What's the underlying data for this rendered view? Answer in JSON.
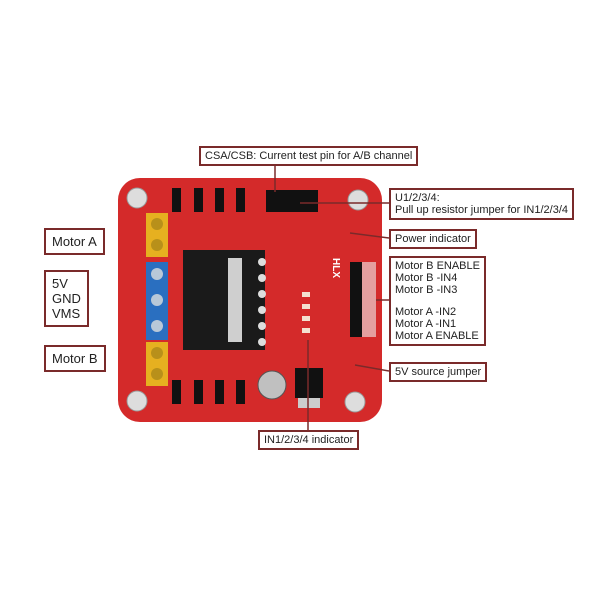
{
  "labels": {
    "csa_csb": "CSA/CSB: Current test pin for A/B channel",
    "u1234_title": "U1/2/3/4:",
    "u1234_desc": "Pull up resistor jumper for IN1/2/3/4",
    "power_indicator": "Power indicator",
    "motor_pins": [
      "Motor B ENABLE",
      "Motor B -IN4",
      "Motor B -IN3",
      "Motor A -IN2",
      "Motor A -IN1",
      "Motor A ENABLE"
    ],
    "source_jumper": "5V source jumper",
    "in_indicator": "IN1/2/3/4 indicator",
    "motor_a": "Motor A",
    "power_pins": [
      "5V",
      "GND",
      "VMS"
    ],
    "motor_b": "Motor B"
  },
  "board": {
    "silkscreen": "HLX"
  },
  "colors": {
    "board": "#d42a2a",
    "terminal_yellow": "#e6b020",
    "terminal_blue": "#2a6fc0",
    "label_border": "#7a2a2a"
  }
}
